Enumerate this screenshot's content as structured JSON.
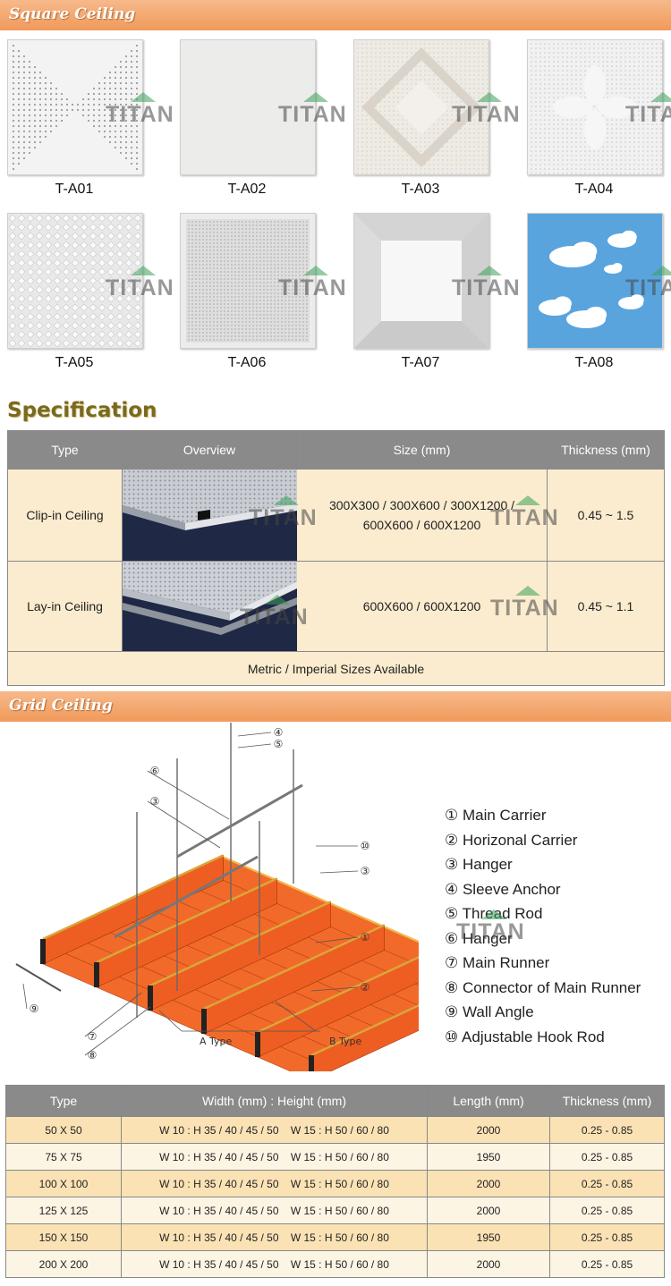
{
  "section_square": "Square Ceiling",
  "section_grid": "Grid Ceiling",
  "watermark": "TITAN",
  "tiles": [
    {
      "code": "T-A01",
      "pattern": "perf-x"
    },
    {
      "code": "T-A02",
      "pattern": "plain"
    },
    {
      "code": "T-A03",
      "pattern": "diamond"
    },
    {
      "code": "T-A04",
      "pattern": "flower"
    },
    {
      "code": "T-A05",
      "pattern": "lattice"
    },
    {
      "code": "T-A06",
      "pattern": "fine-perf"
    },
    {
      "code": "T-A07",
      "pattern": "coffer"
    },
    {
      "code": "T-A08",
      "pattern": "sky"
    }
  ],
  "specification": {
    "title": "Specification",
    "headers": [
      "Type",
      "Overview",
      "Size (mm)",
      "Thickness (mm)"
    ],
    "rows": [
      {
        "type": "Clip-in Ceiling",
        "size": "300X300 / 300X600 / 300X1200 / 600X600 / 600X1200",
        "thickness": "0.45 ~ 1.5"
      },
      {
        "type": "Lay-in Ceiling",
        "size": "600X600 / 600X1200",
        "thickness": "0.45 ~ 1.1"
      }
    ],
    "footer": "Metric / Imperial Sizes Available"
  },
  "diagram": {
    "type_a": "A Type",
    "type_b": "B Type",
    "callouts": [
      "①",
      "②",
      "③",
      "④",
      "⑤",
      "⑥",
      "⑦",
      "⑧",
      "⑨",
      "⑩"
    ],
    "legend": [
      "① Main Carrier",
      "② Horizonal Carrier",
      "③ Hanger",
      "④ Sleeve Anchor",
      "⑤ Thread Rod",
      "⑥ Hanger",
      "⑦ Main Runner",
      "⑧ Connector of Main Runner",
      "⑨ Wall Angle",
      "⑩ Adjustable Hook Rod"
    ]
  },
  "grid_table": {
    "headers": [
      "Type",
      "Width (mm) : Height (mm)",
      "Length (mm)",
      "Thickness (mm)"
    ],
    "rows": [
      {
        "type": "50 X 50",
        "wh": "W 10 : H 35 / 40 / 45 / 50    W 15 : H 50 / 60 / 80",
        "length": "2000",
        "thickness": "0.25 - 0.85"
      },
      {
        "type": "75 X 75",
        "wh": "W 10 : H 35 / 40 / 45 / 50    W 15 : H 50 / 60 / 80",
        "length": "1950",
        "thickness": "0.25 - 0.85"
      },
      {
        "type": "100 X 100",
        "wh": "W 10 : H 35 / 40 / 45 / 50    W 15 : H 50 / 60 / 80",
        "length": "2000",
        "thickness": "0.25 - 0.85"
      },
      {
        "type": "125 X 125",
        "wh": "W 10 : H 35 / 40 / 45 / 50    W 15 : H 50 / 60 / 80",
        "length": "2000",
        "thickness": "0.25 - 0.85"
      },
      {
        "type": "150 X 150",
        "wh": "W 10 : H 35 / 40 / 45 / 50    W 15 : H 50 / 60 / 80",
        "length": "1950",
        "thickness": "0.25 - 0.85"
      },
      {
        "type": "200 X 200",
        "wh": "W 10 : H 35 / 40 / 45 / 50    W 15 : H 50 / 60 / 80",
        "length": "2000",
        "thickness": "0.25 - 0.85"
      }
    ]
  }
}
